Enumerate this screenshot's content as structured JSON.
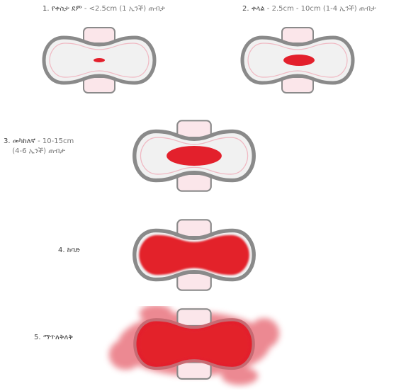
{
  "levels": [
    {
      "num": "1.",
      "name": "የቀስታ ደም",
      "rest": " - <2.5cm (1 ኢንች) ጠብታ"
    },
    {
      "num": "2.",
      "name": "ቀላል",
      "rest": " - 2.5cm - 10cm (1-4 ኢንች) ጠብታ"
    },
    {
      "num": "3.",
      "name": "መካከለኛ",
      "rest": " - 10-15cm",
      "line2": "(4-6 ኢንች) ጠብታ"
    },
    {
      "num": "4.",
      "name": "ከባድ",
      "rest": ""
    },
    {
      "num": "5.",
      "name": "ማጥለቅለቅ",
      "rest": ""
    }
  ],
  "colors": {
    "pad_outline": "#8a8a8a",
    "pad_fill": "#f1f1f1",
    "wing_fill": "#fbe6ea",
    "inner_line": "#f0b9c3",
    "blood": "#e3202c",
    "blood_spread": "#e9757f"
  }
}
